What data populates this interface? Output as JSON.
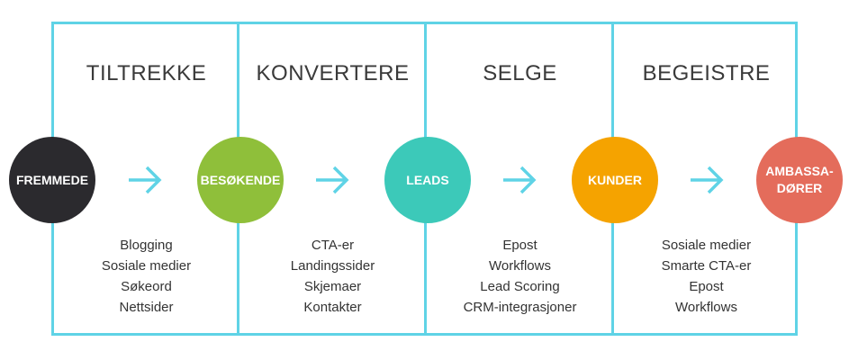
{
  "colors": {
    "frame": "#5fd3e6",
    "arrow": "#5fd3e6",
    "fremmede": "#2b2a2e",
    "besokende": "#8fbf3a",
    "leads": "#3cc9b9",
    "kunder": "#f5a300",
    "ambassadorer": "#e46c5b"
  },
  "columns": [
    {
      "title": "TILTREKKE",
      "items": [
        "Blogging",
        "Sosiale medier",
        "Søkeord",
        "Nettsider"
      ]
    },
    {
      "title": "KONVERTERE",
      "items": [
        "CTA-er",
        "Landingssider",
        "Skjemaer",
        "Kontakter"
      ]
    },
    {
      "title": "SELGE",
      "items": [
        "Epost",
        "Workflows",
        "Lead Scoring",
        "CRM-integrasjoner"
      ]
    },
    {
      "title": "BEGEISTRE",
      "items": [
        "Sosiale medier",
        "Smarte CTA-er",
        "Epost",
        "Workflows"
      ]
    }
  ],
  "stages": [
    {
      "label": "FREMMEDE",
      "color": "#2b2a2e"
    },
    {
      "label": "BESØKENDE",
      "color": "#8fbf3a"
    },
    {
      "label": "LEADS",
      "color": "#3cc9b9"
    },
    {
      "label": "KUNDER",
      "color": "#f5a300"
    },
    {
      "label": "AMBASSA-\nDØRER",
      "color": "#e46c5b"
    }
  ]
}
